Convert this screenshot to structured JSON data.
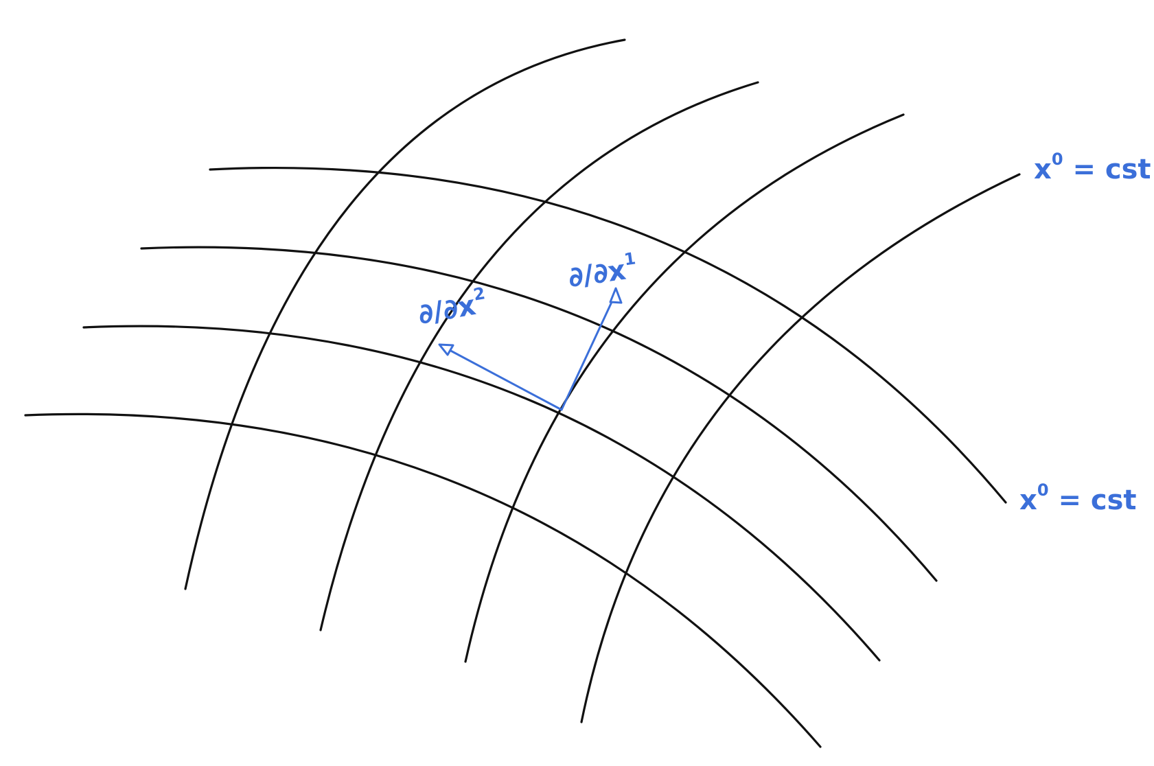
{
  "diagram": {
    "colors": {
      "grid": "#111111",
      "annotation": "#3b6fd9",
      "background": "#ffffff"
    },
    "labels": {
      "vector_x1": {
        "prefix": "∂/∂x",
        "sup": "1"
      },
      "vector_x2": {
        "prefix": "∂/∂x",
        "sup": "2"
      },
      "level_top": {
        "base": "x",
        "sup": "0",
        "rest": " = cst"
      },
      "level_bottom": {
        "base": "x",
        "sup": "0",
        "rest": " = cst"
      }
    }
  }
}
